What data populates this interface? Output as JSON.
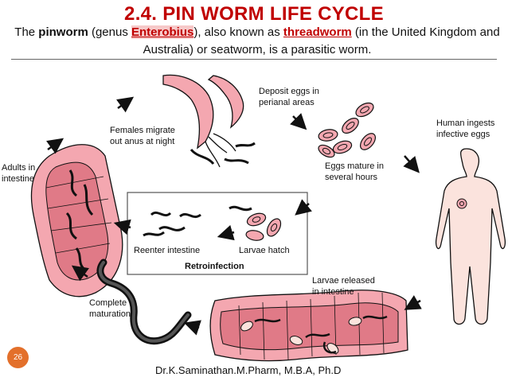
{
  "slide": {
    "title": "2.4. PIN WORM LIFE CYCLE",
    "intro": {
      "t1": "The ",
      "b1": "pinworm",
      "t2": " (genus ",
      "link1": "Enterobius",
      "t3": "), also known as ",
      "link2": "threadworm",
      "t4": " (in the United Kingdom and Australia) or seatworm, is a parasitic worm."
    },
    "page_number": "26",
    "footer": "Dr.K.Saminathan.M.Pharm, M.B.A, Ph.D"
  },
  "diagram": {
    "labels": {
      "deposit_1": "Deposit eggs in",
      "deposit_2": "perianal areas",
      "females_1": "Females migrate",
      "females_2": "out anus at night",
      "ingest_1": "Human ingests",
      "ingest_2": "infective eggs",
      "mature_1": "Eggs mature in",
      "mature_2": "several hours",
      "adults_1": "Adults in",
      "adults_2": "intestine",
      "reenter": "Reenter intestine",
      "hatch": "Larvae hatch",
      "retro": "Retroinfection",
      "released_1": "Larvae released",
      "released_2": "in intestine",
      "complete_1": "Complete",
      "complete_2": "maturation"
    },
    "colors": {
      "tissue": "#f4a7b0",
      "tissue_dark": "#e07a87",
      "accent": "#c00000",
      "worm": "#111111"
    }
  }
}
